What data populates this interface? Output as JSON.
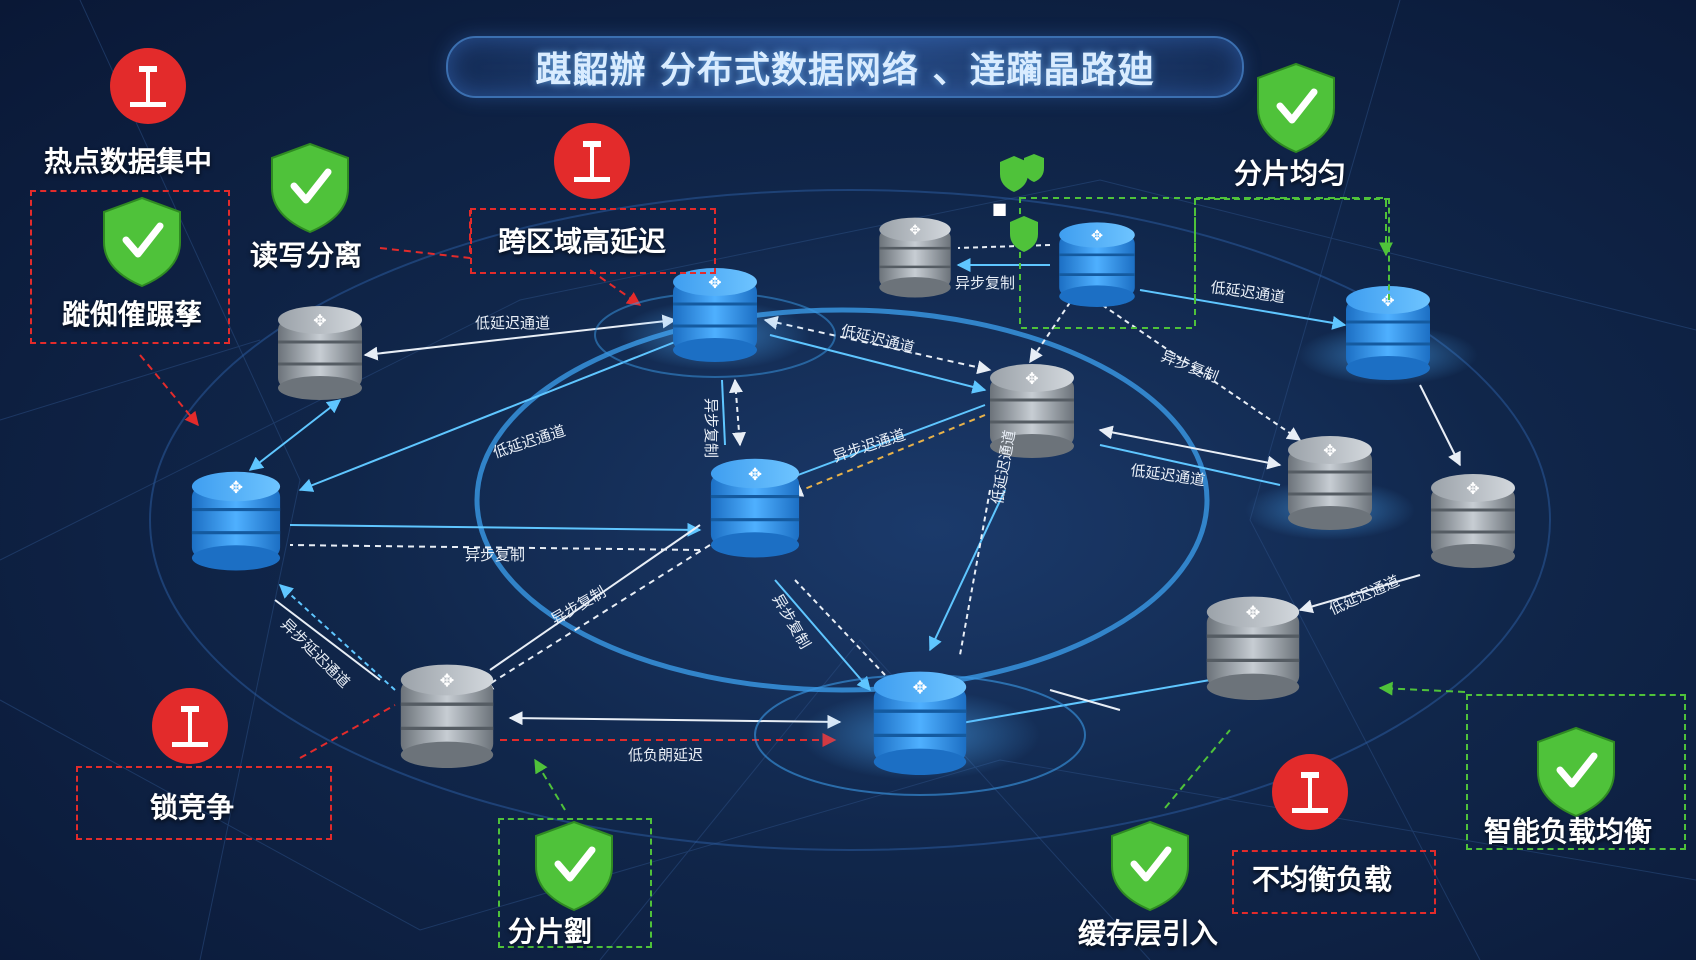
{
  "title": "踸鼦辦 分布式数据网络 、逹躏晶路廸",
  "colors": {
    "problem_red": "#e32b2b",
    "solution_green": "#4fc23a",
    "node_blue": "#2f8fe6",
    "node_gray": "#9aa1a8",
    "link_white": "#e8eef6",
    "link_cyan": "#5fc6ff"
  },
  "problems": {
    "hotspot": "热点数据集中",
    "cross_region": "跨区域高延迟",
    "lock": "锁竞争",
    "unbalanced": "不均衡负载"
  },
  "solutions": {
    "hotspot_fix": "蹝倁傕蹍孶",
    "rw_split": "读写分离",
    "shard_even": "分片均匀",
    "shard": "分片劉",
    "cache_layer": "缓存层引入",
    "smart_lb": "智能负载均衡"
  },
  "links": {
    "l1": "低延迟通道",
    "l2": "低延迟通道",
    "l3": "异步复制",
    "l4": "低延迟通道",
    "l5": "异步复制",
    "l6": "异步复制",
    "l7": "低延迟通道",
    "l8": "异步迟通道",
    "l9": "低延迟通道",
    "l10": "低延迟通道",
    "l11": "异步复制",
    "l12": "异步复制",
    "l13": "低延迟通道",
    "l14": "异步延迟通道",
    "l15": "异步复制",
    "l16": "低负朗延迟"
  },
  "icons": {
    "problem": "alert-post-icon",
    "solution": "check-shield-icon",
    "node": "database-node-icon"
  }
}
